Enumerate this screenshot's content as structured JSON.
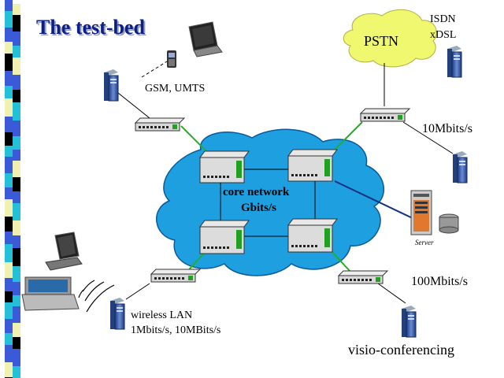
{
  "slide": {
    "title": "The test-bed"
  },
  "clouds": {
    "pstn": "PSTN",
    "core": [
      "core network",
      "Gbits/s"
    ]
  },
  "labels": {
    "isdn": [
      "ISDN",
      "xDSL"
    ],
    "gsm": "GSM, UMTS",
    "speed10": "10Mbits/s",
    "speed100": "100Mbits/s",
    "wlan": [
      "wireless LAN",
      "1Mbits/s, 10MBits/s"
    ],
    "visio": "visio-conferencing",
    "server": "Server"
  },
  "colors": {
    "title": "#0a1e8c",
    "core_cloud": "#1e9fe0",
    "pstn_cloud": "#f0f870",
    "green_link": "#22b022",
    "black_link": "#000000",
    "blue_link": "#103080",
    "stripe_a": "#3a5ad8",
    "stripe_b": "#23c0d8",
    "stripe_c": "#f0f0b0",
    "stripe_d": "#000000"
  }
}
